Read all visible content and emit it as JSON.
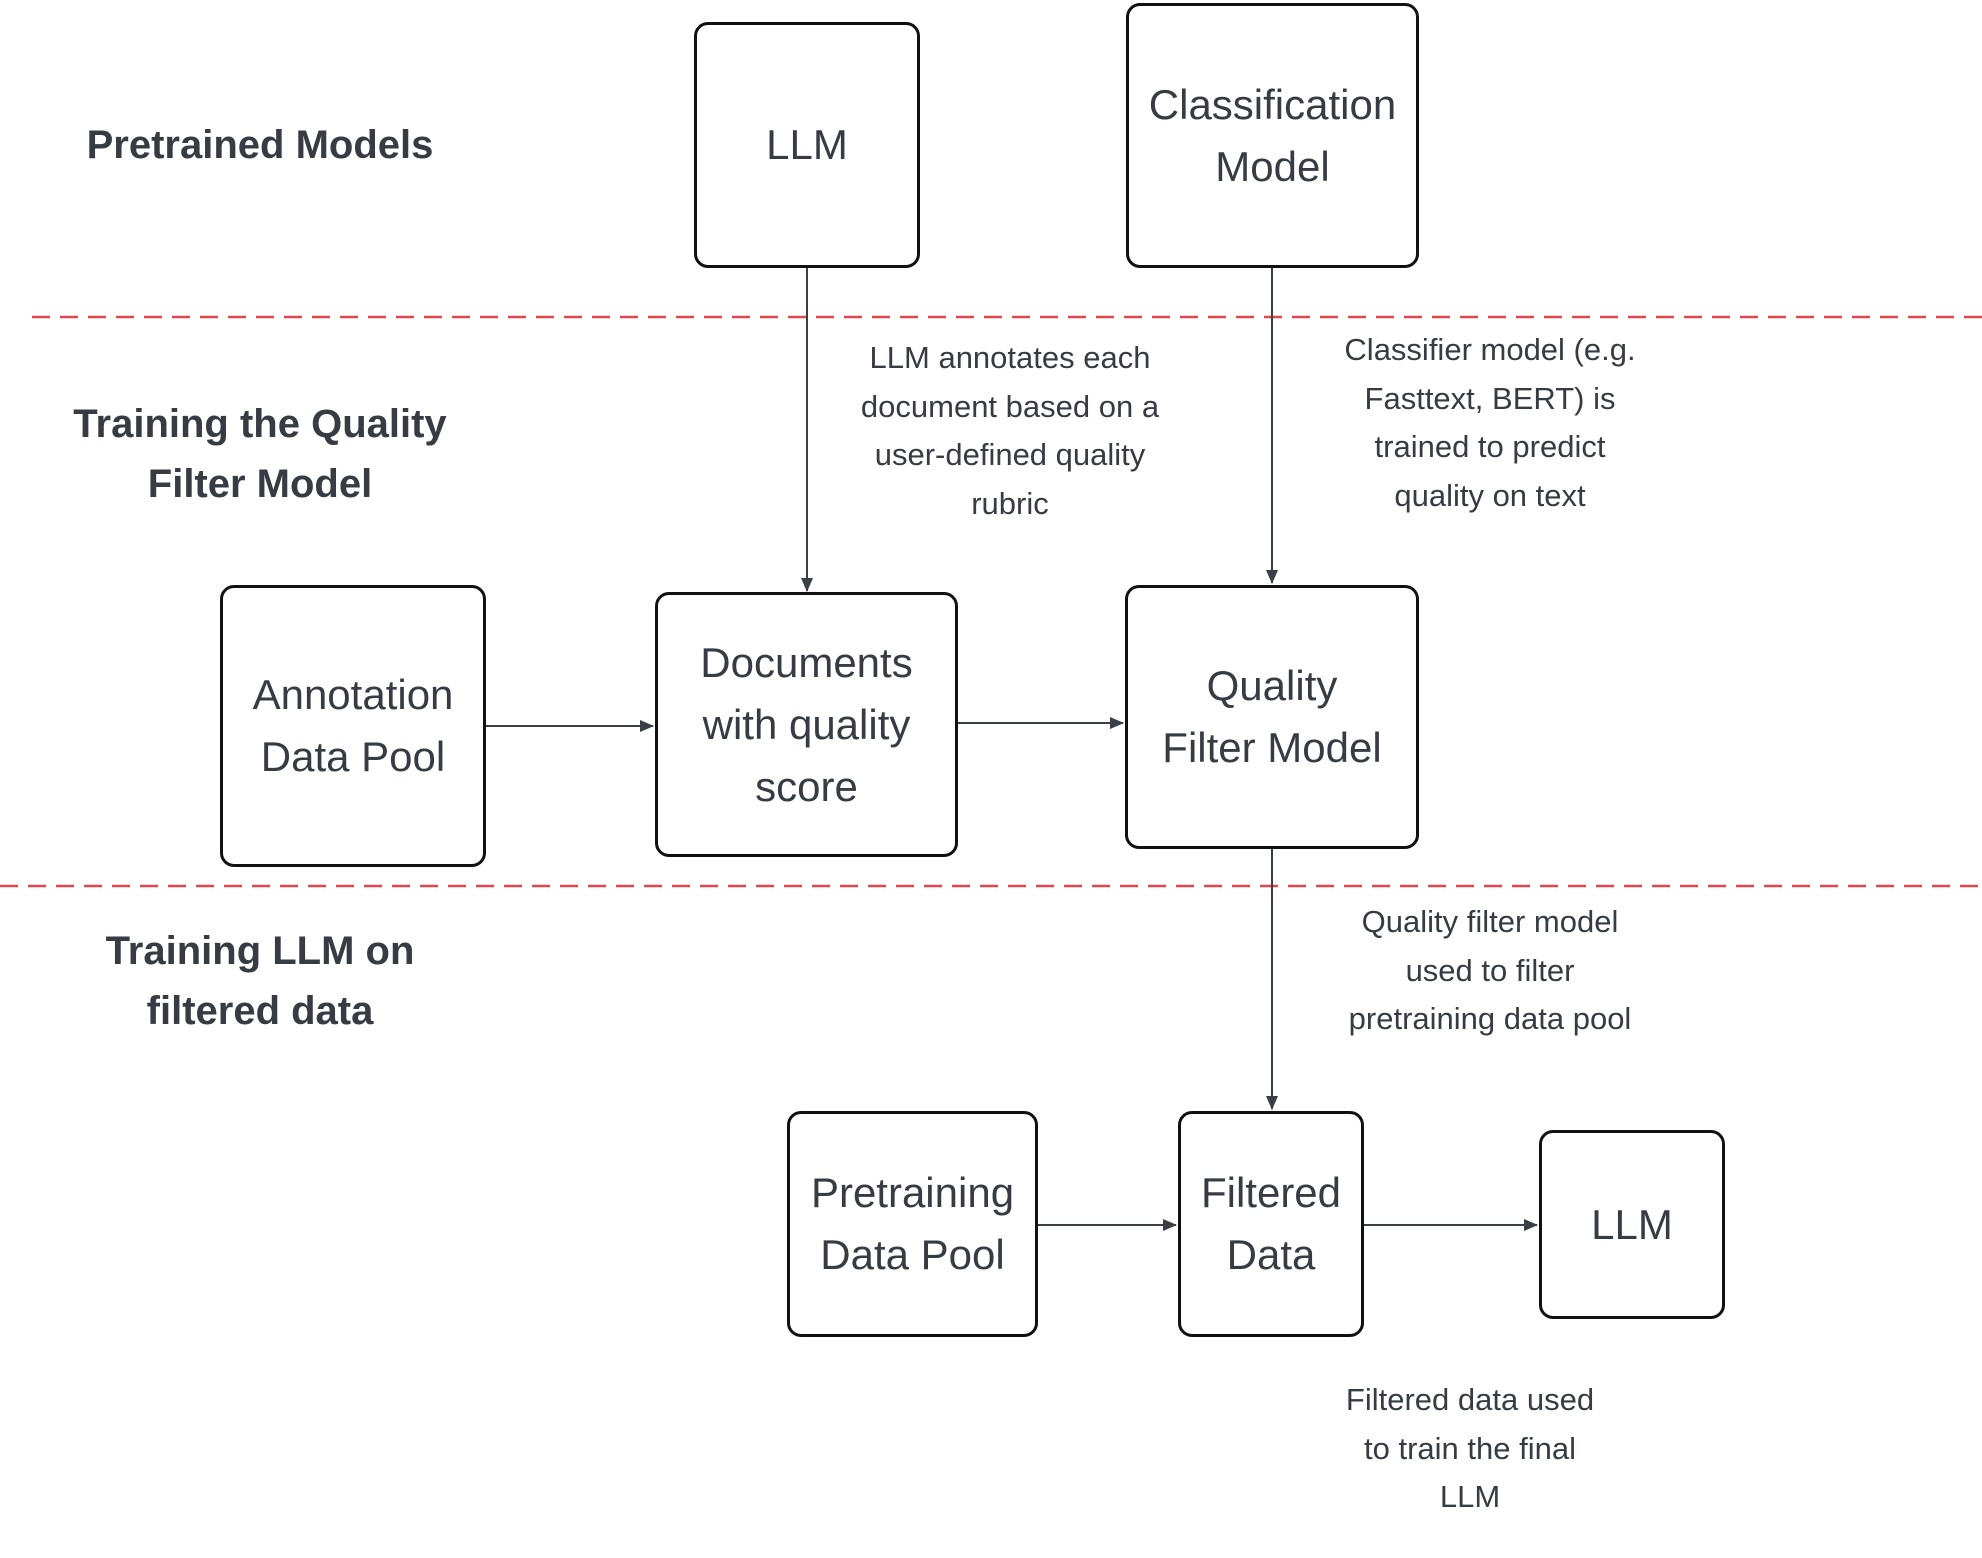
{
  "sections": {
    "pretrained": "Pretrained Models",
    "training_filter_line1": "Training the Quality",
    "training_filter_line2": "Filter Model",
    "training_llm_line1": "Training LLM on",
    "training_llm_line2": "filtered data"
  },
  "nodes": {
    "llm_top": "LLM",
    "classification_model_line1": "Classification",
    "classification_model_line2": "Model",
    "annotation_pool_line1": "Annotation",
    "annotation_pool_line2": "Data Pool",
    "documents_line1": "Documents",
    "documents_line2": "with quality",
    "documents_line3": "score",
    "quality_filter_line1": "Quality",
    "quality_filter_line2": "Filter Model",
    "pretraining_pool_line1": "Pretraining",
    "pretraining_pool_line2": "Data Pool",
    "filtered_data_line1": "Filtered",
    "filtered_data_line2": "Data",
    "llm_final": "LLM"
  },
  "notes": {
    "llm_annotates": [
      "LLM annotates each",
      "document based on a",
      "user-defined quality",
      "rubric"
    ],
    "classifier_trained": [
      "Classifier model (e.g.",
      "Fasttext, BERT) is",
      "trained to predict",
      "quality on text"
    ],
    "filter_used": [
      "Quality filter model",
      "used to filter",
      "pretraining data pool"
    ],
    "filtered_used": [
      "Filtered data used",
      "to train the final",
      "LLM"
    ]
  },
  "colors": {
    "divider": "#e0484f",
    "box_border": "#111111",
    "arrow": "#3a3f47",
    "text": "#363b44"
  }
}
